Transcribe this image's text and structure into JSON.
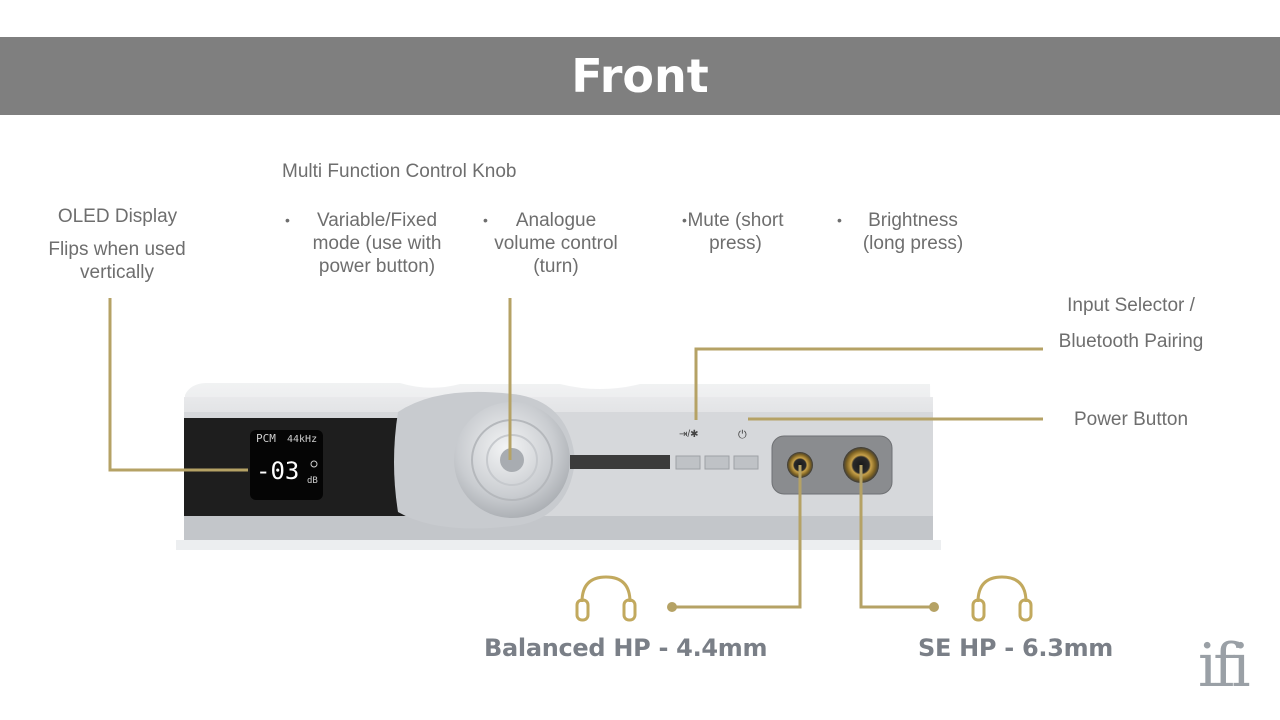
{
  "header": {
    "title": "Front"
  },
  "oled": {
    "title": "OLED Display",
    "subtitle": "Flips when used vertically",
    "screen_format": "PCM",
    "screen_rate": "44kHz",
    "screen_volume": "-03",
    "screen_unit": "dB"
  },
  "knob": {
    "title": "Multi Function Control Knob",
    "bullet_1": "Variable/Fixed mode (use with power button)",
    "bullet_2": "Analogue volume control (turn)",
    "bullet_3": "Mute (short press)",
    "bullet_4": "Brightness (long press)"
  },
  "input_selector": {
    "line1": "Input Selector /",
    "line2": "Bluetooth Pairing"
  },
  "power": {
    "label": "Power Button"
  },
  "outputs": {
    "balanced": "Balanced HP - 4.4mm",
    "se": "SE HP - 6.3mm"
  },
  "brand": {
    "logo": "ifi"
  },
  "colors": {
    "banner": "#7f7f7f",
    "callout_line": "#b5a265",
    "text": "#6e6e6e",
    "icon_gold": "#c2a95e"
  }
}
